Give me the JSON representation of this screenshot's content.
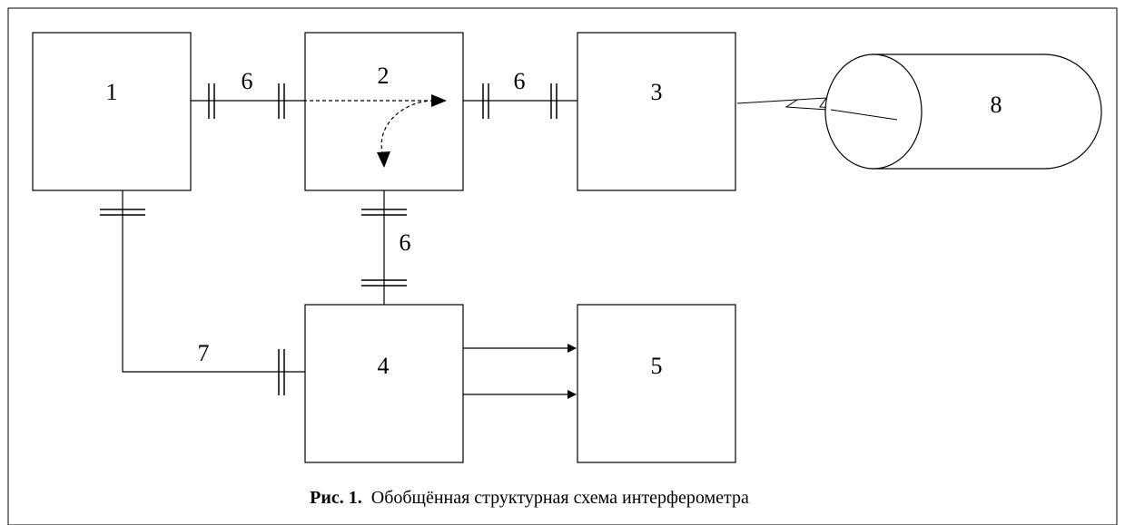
{
  "blocks": {
    "b1": "1",
    "b2": "2",
    "b3": "3",
    "b4": "4",
    "b5": "5",
    "b8": "8"
  },
  "links": {
    "l_1_2": "6",
    "l_2_3": "6",
    "l_2_4": "6",
    "l_1_4": "7"
  },
  "caption": {
    "label": "Рис. 1.",
    "text": "Обобщённая структурная схема интерферометра"
  }
}
